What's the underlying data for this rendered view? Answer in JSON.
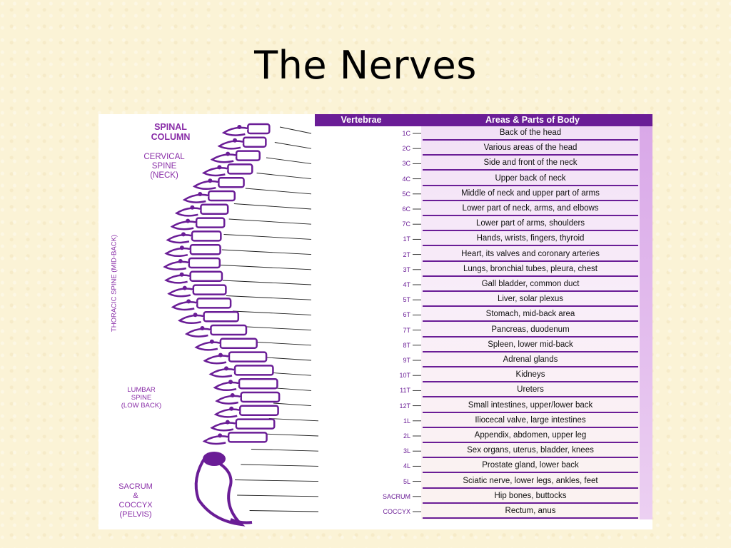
{
  "title": "The Nerves",
  "labels": {
    "spinal_column": [
      "SPINAL",
      "COLUMN"
    ],
    "cervical": [
      "CERVICAL",
      "SPINE",
      "(NECK)"
    ],
    "thoracic": "THORACIC SPINE (MID-BACK)",
    "lumbar": [
      "LUMBAR",
      "SPINE",
      "(LOW BACK)"
    ],
    "sacrum": [
      "SACRUM",
      "&",
      "COCCYX",
      "(PELVIS)"
    ]
  },
  "table": {
    "headers": {
      "vertebrae": "Vertebrae",
      "areas": "Areas & Parts of Body"
    },
    "rows": [
      {
        "vertebra": "1C",
        "area": "Back of the head"
      },
      {
        "vertebra": "2C",
        "area": "Various areas of the head"
      },
      {
        "vertebra": "3C",
        "area": "Side and front of the neck"
      },
      {
        "vertebra": "4C",
        "area": "Upper back of neck"
      },
      {
        "vertebra": "5C",
        "area": "Middle of neck and upper part of arms"
      },
      {
        "vertebra": "6C",
        "area": "Lower part of neck, arms, and elbows"
      },
      {
        "vertebra": "7C",
        "area": "Lower part of arms, shoulders"
      },
      {
        "vertebra": "1T",
        "area": "Hands, wrists, fingers, thyroid"
      },
      {
        "vertebra": "2T",
        "area": "Heart, its valves and coronary arteries"
      },
      {
        "vertebra": "3T",
        "area": "Lungs, bronchial tubes, pleura, chest"
      },
      {
        "vertebra": "4T",
        "area": "Gall bladder, common duct"
      },
      {
        "vertebra": "5T",
        "area": "Liver, solar plexus"
      },
      {
        "vertebra": "6T",
        "area": "Stomach, mid-back area"
      },
      {
        "vertebra": "7T",
        "area": "Pancreas, duodenum"
      },
      {
        "vertebra": "8T",
        "area": "Spleen, lower mid-back"
      },
      {
        "vertebra": "9T",
        "area": "Adrenal glands"
      },
      {
        "vertebra": "10T",
        "area": "Kidneys"
      },
      {
        "vertebra": "11T",
        "area": "Ureters"
      },
      {
        "vertebra": "12T",
        "area": "Small intestines, upper/lower back"
      },
      {
        "vertebra": "1L",
        "area": "Iliocecal valve, large intestines"
      },
      {
        "vertebra": "2L",
        "area": "Appendix, abdomen, upper leg"
      },
      {
        "vertebra": "3L",
        "area": "Sex organs, uterus, bladder, knees"
      },
      {
        "vertebra": "4L",
        "area": "Prostate gland, lower back"
      },
      {
        "vertebra": "5L",
        "area": "Sciatic nerve, lower legs, ankles, feet"
      },
      {
        "vertebra": "SACRUM",
        "area": "Hip bones, buttocks"
      },
      {
        "vertebra": "COCCYX",
        "area": "Rectum, anus"
      }
    ]
  },
  "colors": {
    "purple": "#6a1d96",
    "label_purple": "#8a2fa8"
  }
}
